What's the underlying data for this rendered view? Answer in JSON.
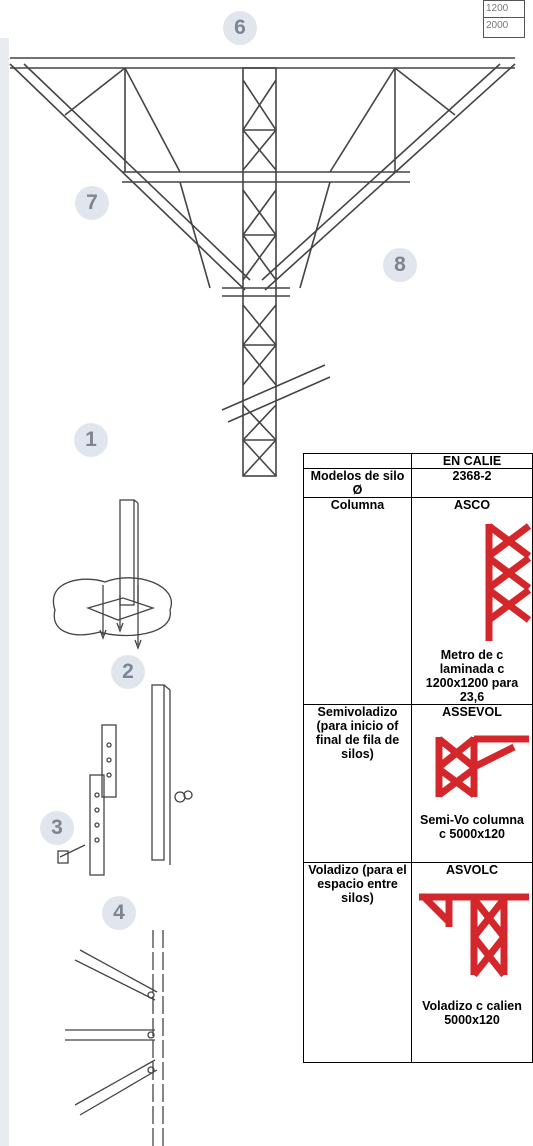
{
  "corner_box": {
    "line1": "1200",
    "line2": "2000"
  },
  "callouts": [
    "6",
    "7",
    "8",
    "1",
    "2",
    "3",
    "4"
  ],
  "table": {
    "header_right": "EN CALIE",
    "rows": [
      {
        "label": "Modelos de silo Ø",
        "value": "2368-2"
      },
      {
        "label": "Columna",
        "value": "ASCO",
        "caption": "Metro de c laminada c 1200x1200 para 23,6"
      },
      {
        "label": "Semivoladizo (para inicio of final de fila de silos)",
        "value": "ASSEVOL",
        "caption": "Semi-Vo columna c 5000x120"
      },
      {
        "label": "Voladizo (para el espacio entre silos)",
        "value": "ASVOLC",
        "caption": "Voladizo c calien 5000x120"
      }
    ]
  },
  "colors": {
    "accent_red": "#d3272c",
    "callout_bg": "#e1e6ee",
    "callout_text": "#7d8590"
  }
}
